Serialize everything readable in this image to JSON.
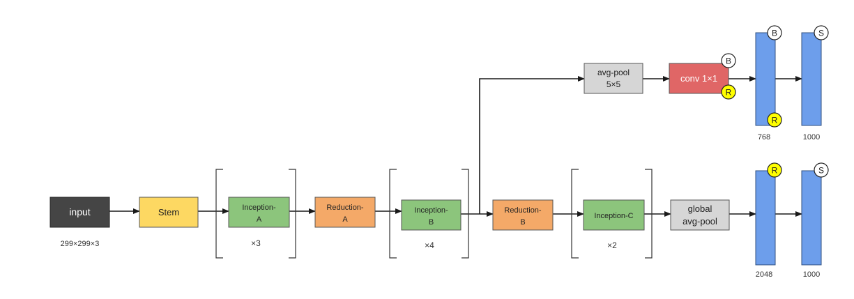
{
  "colors": {
    "input": "#454545",
    "stem": "#fdd862",
    "inception": "#8cc57c",
    "reduction": "#f4a968",
    "pool": "#d6d6d6",
    "conv": "#e06666",
    "fc": "#6d9eeb",
    "badge_yellow": "#ffff00",
    "badge_white": "#ffffff"
  },
  "nodes": {
    "input": {
      "label": [
        "input"
      ],
      "size_label": "299×299×3"
    },
    "stem": {
      "label": [
        "Stem"
      ]
    },
    "inception_a": {
      "label": [
        "Inception-",
        "A"
      ],
      "repeat": "×3"
    },
    "reduction_a": {
      "label": [
        "Reduction-",
        "A"
      ]
    },
    "inception_b": {
      "label": [
        "Inception-",
        "B"
      ],
      "repeat": "×4"
    },
    "reduction_b": {
      "label": [
        "Reduction-",
        "B"
      ]
    },
    "inception_c": {
      "label": [
        "Inception-C"
      ],
      "repeat": "×2"
    },
    "global_pool": {
      "label": [
        "global",
        "avg-pool"
      ]
    },
    "aux_pool": {
      "label": [
        "avg-pool",
        "5×5"
      ]
    },
    "aux_conv": {
      "label": [
        "conv 1×1"
      ]
    }
  },
  "fc_layers": {
    "aux_fc1": {
      "size": "768"
    },
    "aux_fc2": {
      "size": "1000"
    },
    "main_fc1": {
      "size": "2048"
    },
    "main_fc2": {
      "size": "1000"
    }
  },
  "badges": {
    "b": "B",
    "r": "R",
    "s": "S"
  }
}
